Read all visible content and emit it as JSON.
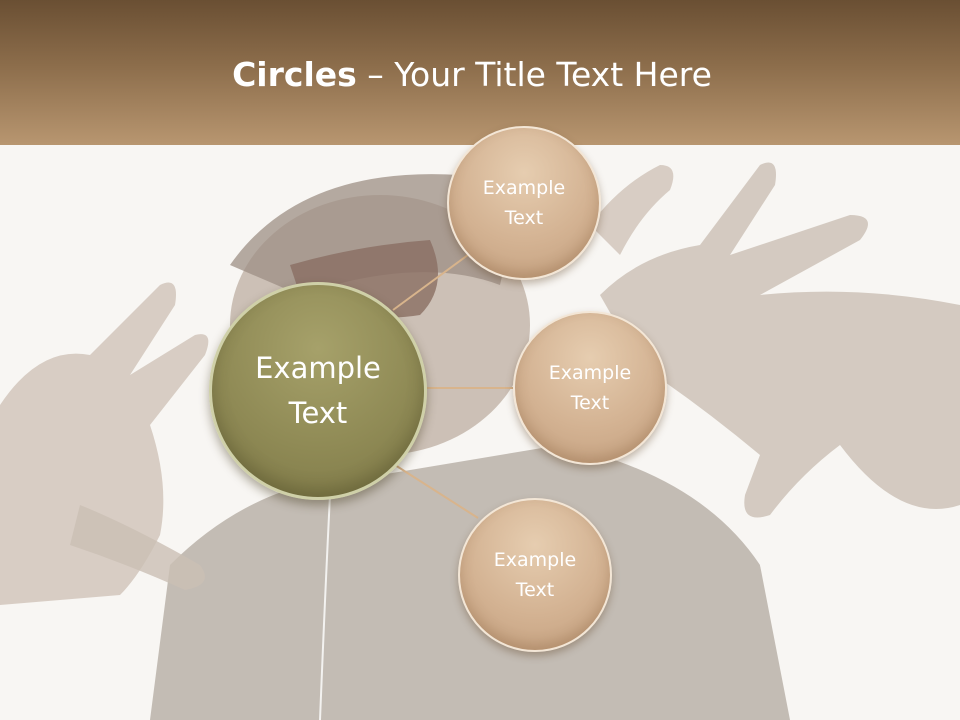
{
  "slide": {
    "title_bold": "Circles",
    "title_rest": " – Your Title Text Here"
  },
  "diagram": {
    "main_circle": "Example\nText",
    "satellites": [
      "Example\nText",
      "Example\nText",
      "Example\nText"
    ]
  },
  "colors": {
    "header_dark": "#6a4f33",
    "header_light": "#b89670",
    "main_circle": "#8f8a55",
    "satellite_circle": "#d3b292",
    "connector": "#d8b48c"
  }
}
